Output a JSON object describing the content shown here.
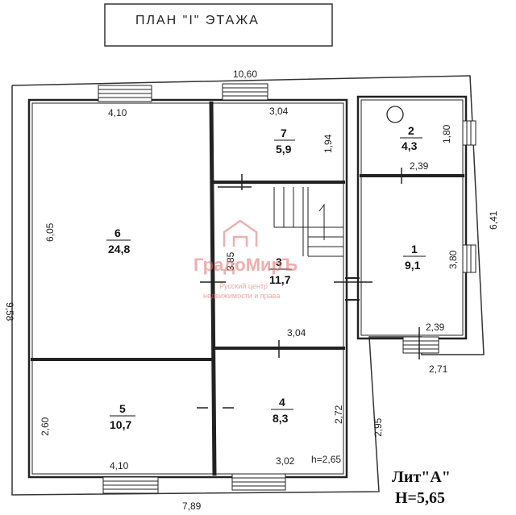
{
  "title": "ПЛАН \"I\" ЭТАЖА",
  "dimensions": {
    "top_total": "10,60",
    "left_side": "9,58",
    "bottom_left": "7,89",
    "r6_top": "4,10",
    "r6_side": "6,05",
    "r7_top": "3,04",
    "r7_side": "1,94",
    "r3_side": "3,85",
    "r3_bottom": "3,04",
    "r2_side": "1,80",
    "r2_bottom": "2,39",
    "r1_side": "3,80",
    "r1_bottom": "2,39",
    "right_side": "6,41",
    "right_bottom": "2,71",
    "r5_side": "2,60",
    "r5_bottom": "4,10",
    "r4_side": "2,72",
    "r4_bottom": "3,02",
    "height_note": "h=2,65",
    "lower_right_side": "2,95"
  },
  "rooms": [
    {
      "num": "6",
      "area": "24,8"
    },
    {
      "num": "7",
      "area": "5,9"
    },
    {
      "num": "3",
      "area": "11,7"
    },
    {
      "num": "2",
      "area": "4,3"
    },
    {
      "num": "1",
      "area": "9,1"
    },
    {
      "num": "5",
      "area": "10,7"
    },
    {
      "num": "4",
      "area": "8,3"
    }
  ],
  "lit": {
    "line1": "Лит\"А\"",
    "line2": "Н=5,65"
  },
  "watermark": {
    "brand": "ГрадоМирЪ",
    "line1": "Русский центр",
    "line2": "недвижимости и права"
  },
  "colors": {
    "ink": "#222222",
    "watermark": "#e46b6b",
    "page": "#ffffff"
  }
}
